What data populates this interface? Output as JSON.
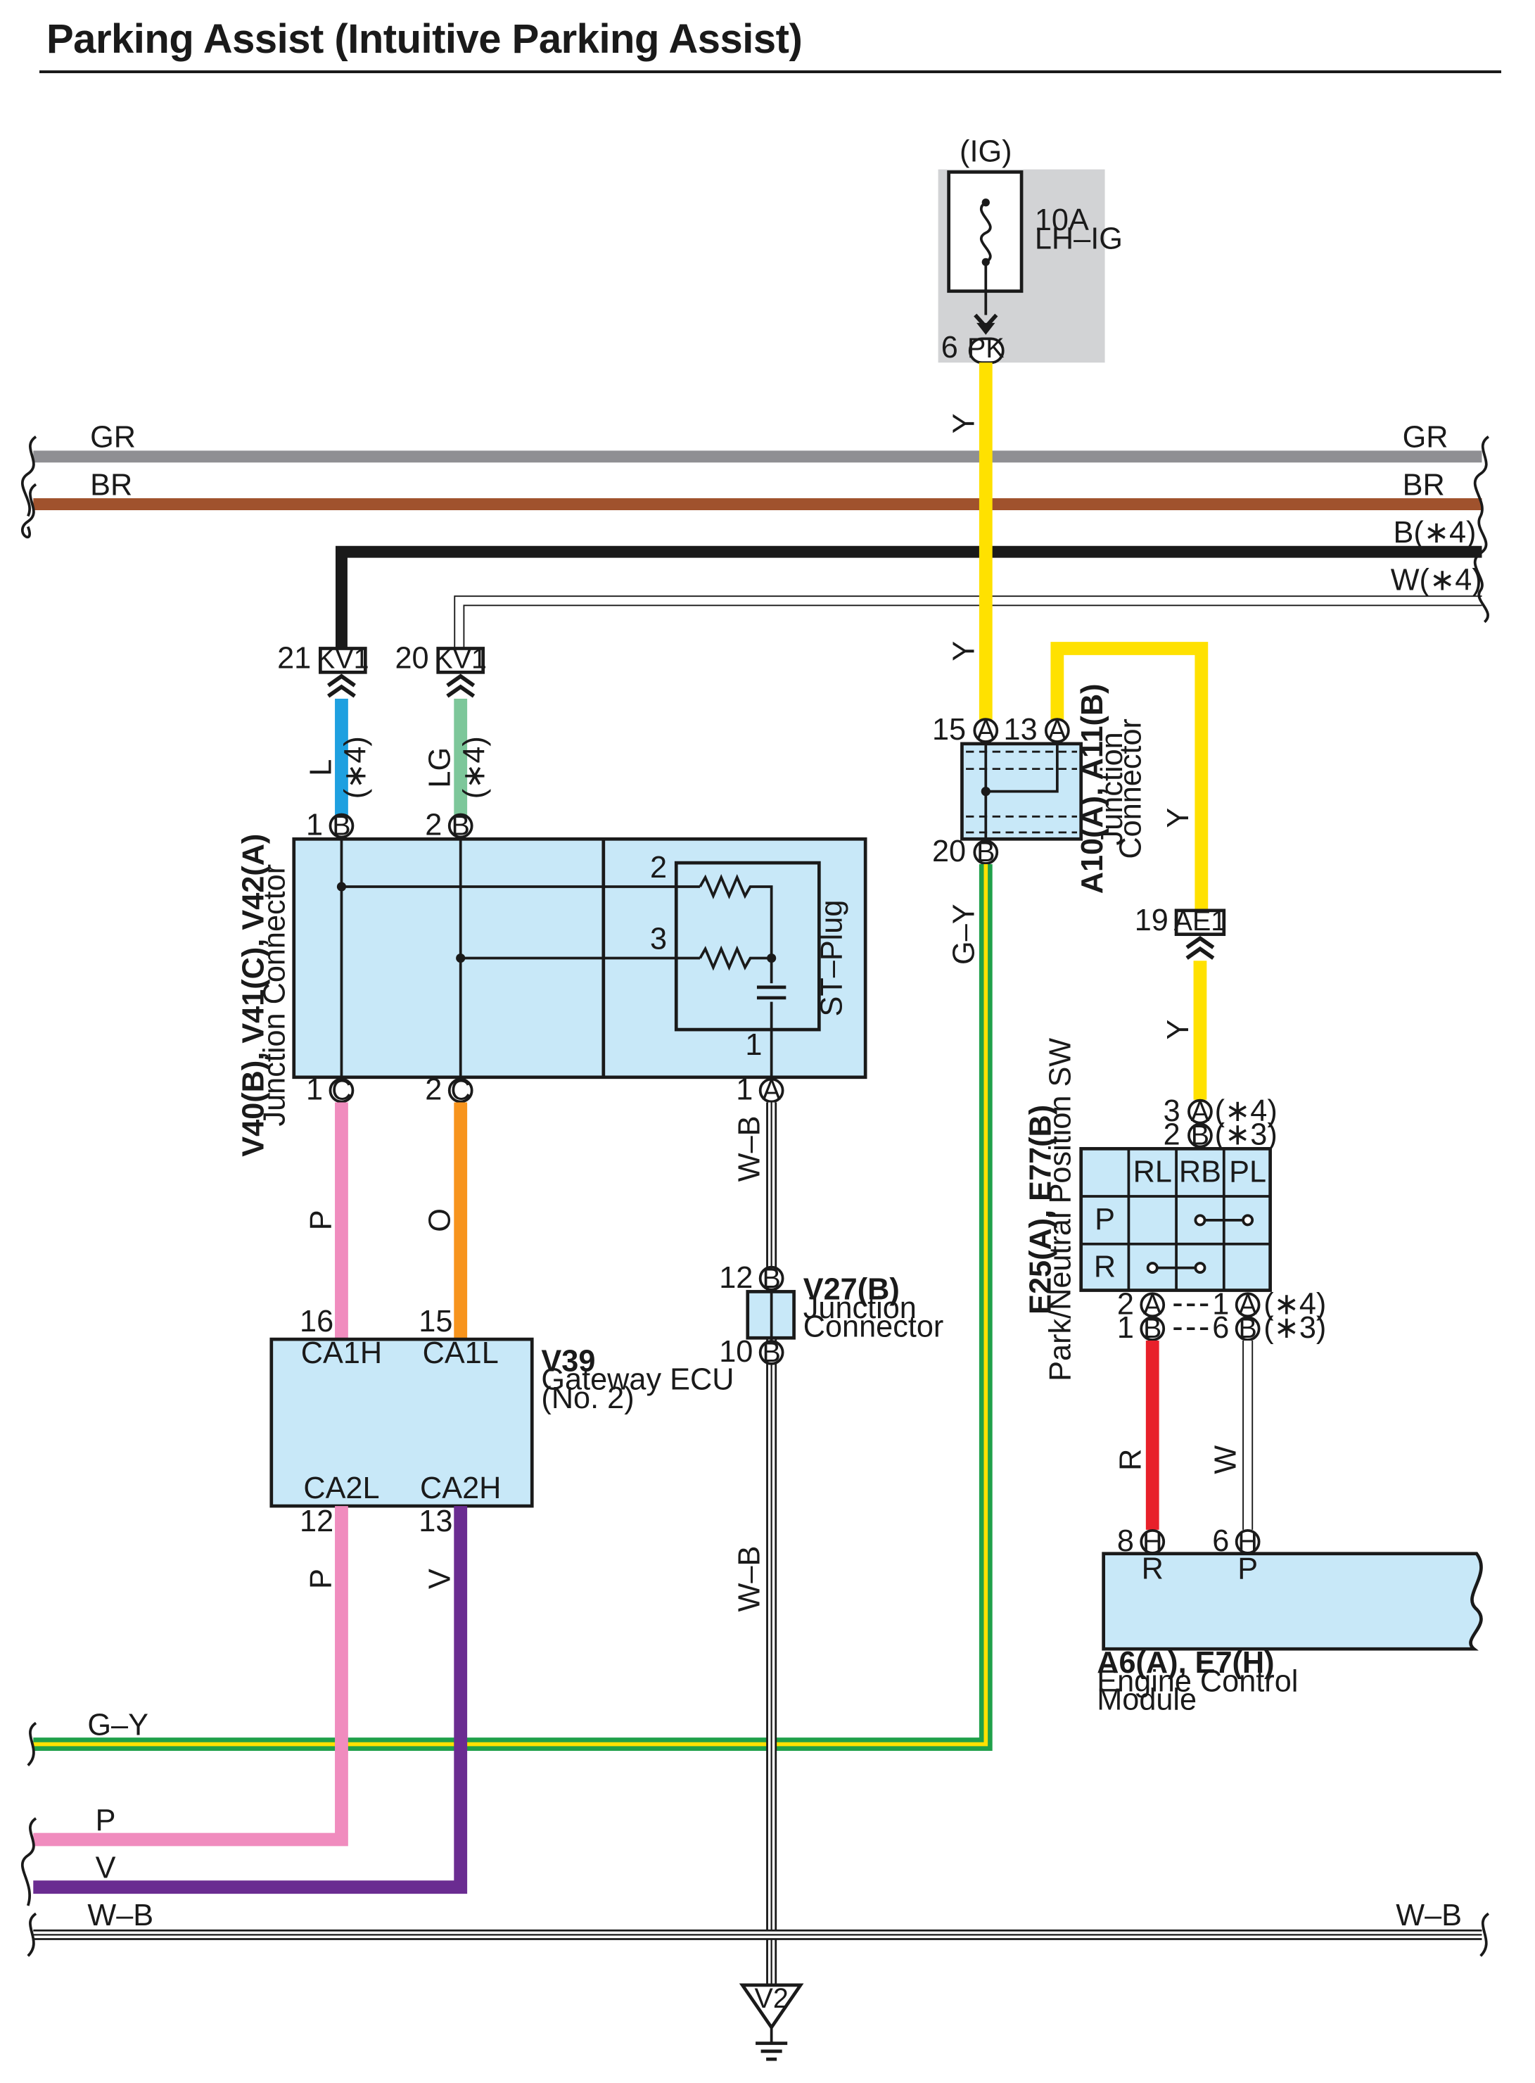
{
  "title": "Parking Assist (Intuitive Parking Assist)",
  "colors": {
    "GR": "#8f8f93",
    "BR": "#a0522d",
    "B": "#1a1a1a",
    "W": "#ffffff",
    "Y": "#ffe100",
    "L": "#1ea0e0",
    "LG": "#7dc79a",
    "P": "#f08cbe",
    "O": "#f7941d",
    "V": "#6a2c91",
    "R": "#e8202a",
    "G": "#1fa04a",
    "component_fill": "#c8e8f8",
    "fuse_box_fill": "#d2d3d5"
  },
  "fuse": {
    "supply": "(IG)",
    "rating": "10A",
    "name": "LH–IG",
    "pin": "6",
    "connector": "PK"
  },
  "bus_wires": {
    "gr_left": "GR",
    "gr_right": "GR",
    "br_left": "BR",
    "br_right": "BR",
    "b_right": "B(∗4)",
    "w_right": "W(∗4)",
    "gy_left": "G–Y",
    "p_left": "P",
    "v_left": "V",
    "wb_left": "W–B",
    "wb_right": "W–B"
  },
  "wire_labels": {
    "y_fuse": "Y",
    "y_jc": "Y",
    "l": "L",
    "l_note": "(∗4)",
    "lg": "LG",
    "lg_note": "(∗4)",
    "gy": "G–Y",
    "y_right": "Y",
    "y_right_lower": "Y",
    "p_upper": "P",
    "o_upper": "O",
    "wb_upper": "W–B",
    "p_lower": "P",
    "v_lower": "V",
    "wb_lower": "W–B",
    "r": "R",
    "w": "W"
  },
  "kv1_left": {
    "pin": "21",
    "name": "KV1"
  },
  "kv1_right": {
    "pin": "20",
    "name": "KV1"
  },
  "ae1": {
    "pin": "19",
    "name": "AE1"
  },
  "junction_a10": {
    "label1": "A10(A), A11(B)",
    "label2": "Junction",
    "label3": "Connector",
    "pin15": "15",
    "pin15_letter": "A",
    "pin13": "13",
    "pin13_letter": "A",
    "pin20": "20",
    "pin20_letter": "B"
  },
  "junction_v40": {
    "label1": "V40(B), V41(C), V42(A)",
    "label2": "Junction Connector",
    "st_plug": "ST–Plug",
    "top_pin1": "1",
    "top_pin1_letter": "B",
    "top_pin2": "2",
    "top_pin2_letter": "B",
    "bot_pin1": "1",
    "bot_pin1_letter": "C",
    "bot_pin2": "2",
    "bot_pin2_letter": "C",
    "bot_pin3": "1",
    "bot_pin3_letter": "A",
    "inner2": "2",
    "inner3": "3",
    "inner1": "1"
  },
  "gateway": {
    "code": "V39",
    "name1": "Gateway ECU",
    "name2": "(No. 2)",
    "pin16": "16",
    "pin15": "15",
    "pin12": "12",
    "pin13": "13",
    "ca1h": "CA1H",
    "ca1l": "CA1L",
    "ca2l": "CA2L",
    "ca2h": "CA2H"
  },
  "junction_v27": {
    "code": "V27(B)",
    "name1": "Junction",
    "name2": "Connector",
    "pin12": "12",
    "pin12_letter": "B",
    "pin10": "10",
    "pin10_letter": "B"
  },
  "park_sw": {
    "label1": "E25(A), E77(B)",
    "label2": "Park/Neutral Position SW",
    "pin3": "3",
    "pin3_letter": "A",
    "pin3_note": "(∗4)",
    "pin2": "2",
    "pin2_letter": "B",
    "pin2_note": "(∗3)",
    "col_rl": "RL",
    "col_rb": "RB",
    "col_pl": "PL",
    "row_p": "P",
    "row_r": "R",
    "bl_pin2": "2",
    "bl_pin2_letter": "A",
    "bl_pin1": "1",
    "bl_pin1_letter": "B",
    "br_pin1": "1",
    "br_pin1_letter": "A",
    "br_pin1_note": "(∗4)",
    "br_pin6": "6",
    "br_pin6_letter": "B",
    "br_pin6_note": "(∗3)"
  },
  "ecm": {
    "label1": "A6(A), E7(H)",
    "label2": "Engine Control",
    "label3": "Module",
    "pin8": "8",
    "pin8_letter": "H",
    "pin6": "6",
    "pin6_letter": "H",
    "term_r": "R",
    "term_p": "P"
  },
  "ground": {
    "name": "V2"
  }
}
